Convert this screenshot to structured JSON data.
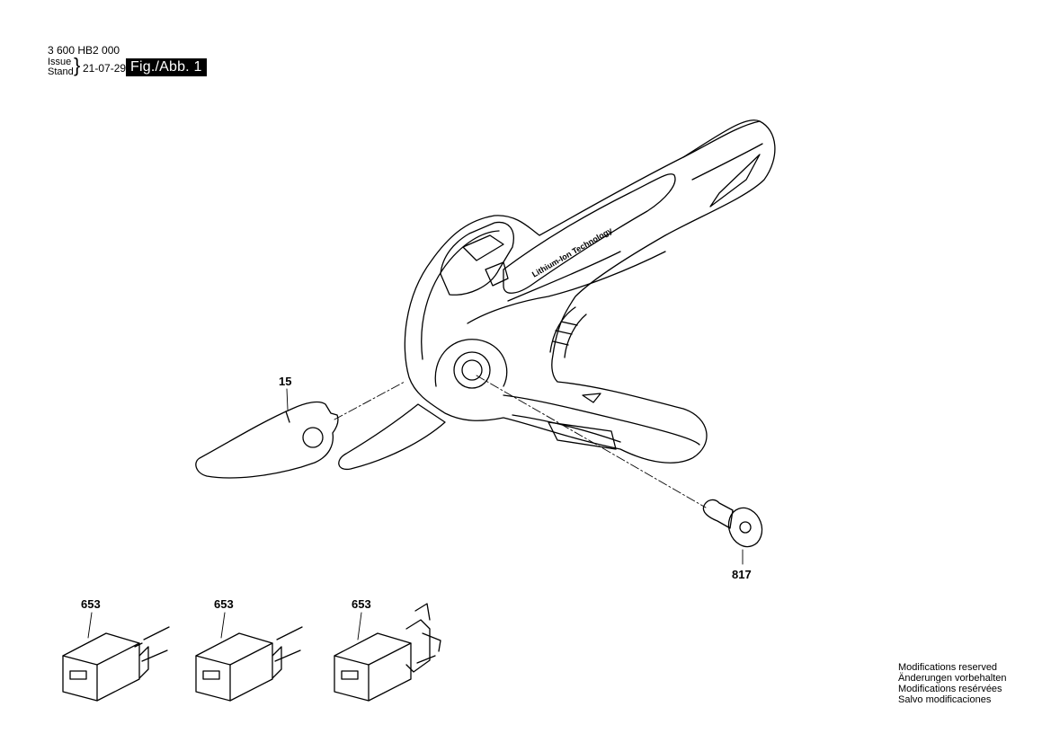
{
  "header": {
    "part_number": "3 600 HB2 000",
    "issue_label": "Issue",
    "stand_label": "Stand",
    "date": "21-07-29",
    "figure_label": "Fig./Abb. 1"
  },
  "callouts": {
    "blade": "15",
    "screw": "817",
    "charger_eu_1": "653",
    "charger_eu_2": "653",
    "charger_uk": "653"
  },
  "handle_print": "Lithium-Ion Technology",
  "notes": [
    "Modifications reserved",
    "Änderungen vorbehalten",
    "Modifications resérvées",
    "Salvo modificaciones"
  ]
}
